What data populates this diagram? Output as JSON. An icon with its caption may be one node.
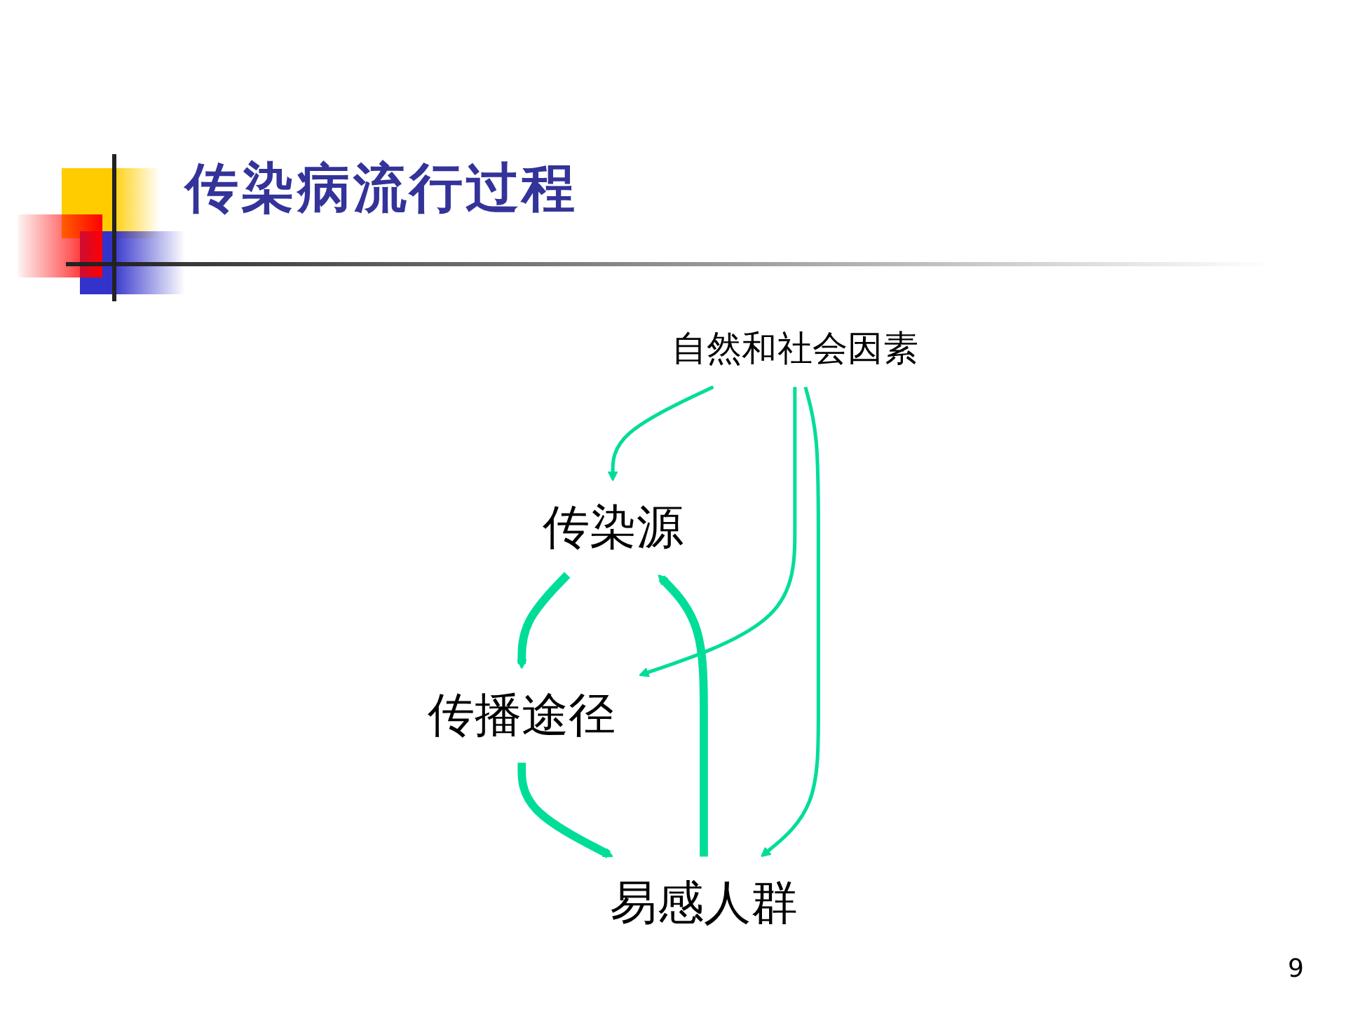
{
  "diagram": {
    "title": "传染病流行过程",
    "nodes": [
      {
        "text": [
          "传染源"
        ]
      },
      {
        "text": [
          "传播途径"
        ]
      },
      {
        "text": [
          "易感人群"
        ]
      },
      {
        "text": [
          "自然和社会因素"
        ]
      }
    ],
    "edges": [
      {
        "from": 0,
        "to": 1,
        "arrow": "to",
        "style": "thick"
      },
      {
        "from": 1,
        "to": 2,
        "arrow": "to",
        "style": "thick"
      },
      {
        "from": 2,
        "to": 0,
        "arrow": "to",
        "style": "thick"
      },
      {
        "from": 3,
        "to": 0,
        "arrow": "to"
      },
      {
        "from": 3,
        "to": 1,
        "arrow": "to"
      },
      {
        "from": 3,
        "to": 2,
        "arrow": "to"
      }
    ],
    "labels": [
      "9"
    ]
  }
}
